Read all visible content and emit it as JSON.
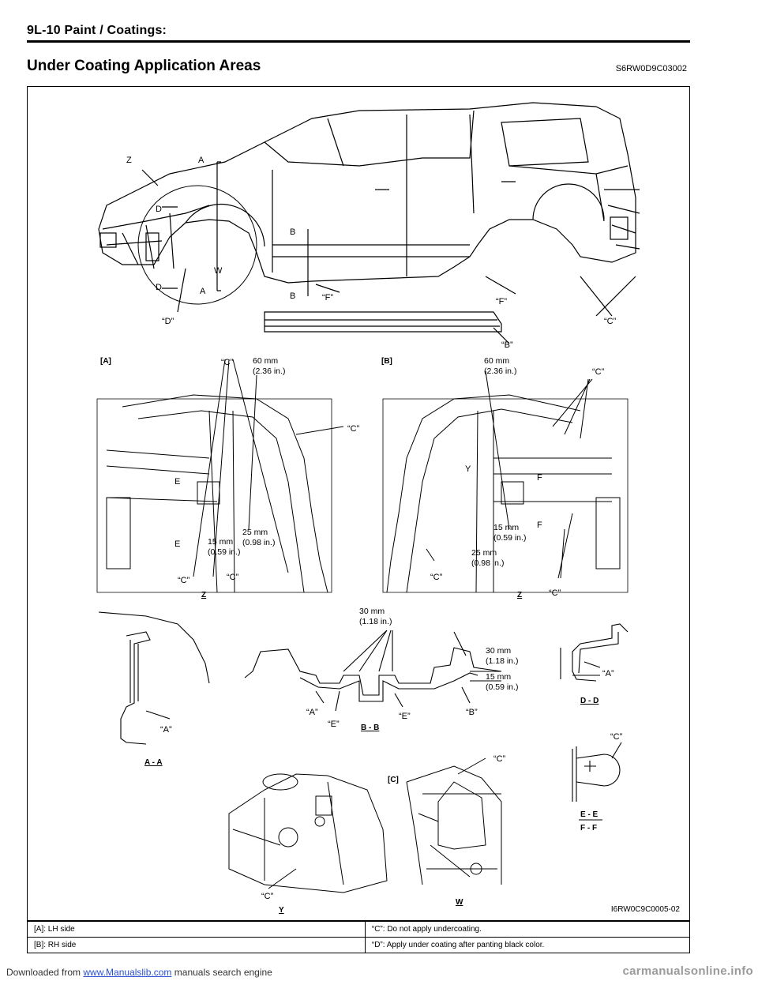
{
  "header": {
    "page_id": "9L-10",
    "section": "Paint / Coatings:"
  },
  "title": "Under Coating Application Areas",
  "code": "S6RW0D9C03002",
  "figure": {
    "code": "I6RW0C9C0005-02",
    "car_labels": {
      "z": "Z",
      "a_top": "A",
      "a_bottom": "A",
      "d_top": "D",
      "d_bottom": "D",
      "w": "W",
      "b_top": "B",
      "b_bottom": "B",
      "f1": "“F”",
      "f2": "“F”",
      "d_quote": "“D”",
      "c_quote": "“C”",
      "b_quote": "“B”"
    },
    "panel_a": {
      "tag": "[A]",
      "c1": "“C”",
      "c2": "“C”",
      "c3": "“C”",
      "c4": "“C”",
      "dim1a": "60 mm",
      "dim1b": "(2.36 in.)",
      "dim2a": "25 mm",
      "dim2b": "(0.98 in.)",
      "dim3a": "15 mm",
      "dim3b": "(0.59 in.)",
      "e1": "E",
      "e2": "E",
      "view": "Z"
    },
    "panel_b": {
      "tag": "[B]",
      "c1": "“C”",
      "c2": "“C”",
      "c3": "“C”",
      "dim1a": "60 mm",
      "dim1b": "(2.36 in.)",
      "dim2a": "15 mm",
      "dim2b": "(0.59 in.)",
      "dim3a": "25 mm",
      "dim3b": "(0.98 in.)",
      "f1": "F",
      "f2": "F",
      "y": "Y",
      "view": "Z"
    },
    "section_aa": {
      "a": "“A”",
      "title": "A - A"
    },
    "section_bb": {
      "dim1a": "30 mm",
      "dim1b": "(1.18 in.)",
      "dim2a": "30 mm",
      "dim2b": "(1.18 in.)",
      "dim3a": "15 mm",
      "dim3b": "(0.59 in.)",
      "a": "“A”",
      "e1": "“E”",
      "e2": "“E”",
      "b": "“B”",
      "title": "B - B"
    },
    "section_dd": {
      "a": "“A”",
      "title": "D - D"
    },
    "section_ee": {
      "c": "“C”",
      "title1": "E - E",
      "title2": "F - F"
    },
    "view_y": {
      "c": "“C”",
      "title": "Y"
    },
    "view_w": {
      "tag": "[C]",
      "c": "“C”",
      "title": "W"
    }
  },
  "notes": [
    {
      "left": "[A]:   LH side",
      "right": "“C”:   Do not apply undercoating."
    },
    {
      "left": "[B]:   RH side",
      "right": "“D”:   Apply under coating after panting black color."
    }
  ],
  "footer": {
    "prefix": "Downloaded from ",
    "link": "www.Manualslib.com",
    "suffix": " manuals search engine",
    "watermark": "carmanualsonline.info"
  }
}
